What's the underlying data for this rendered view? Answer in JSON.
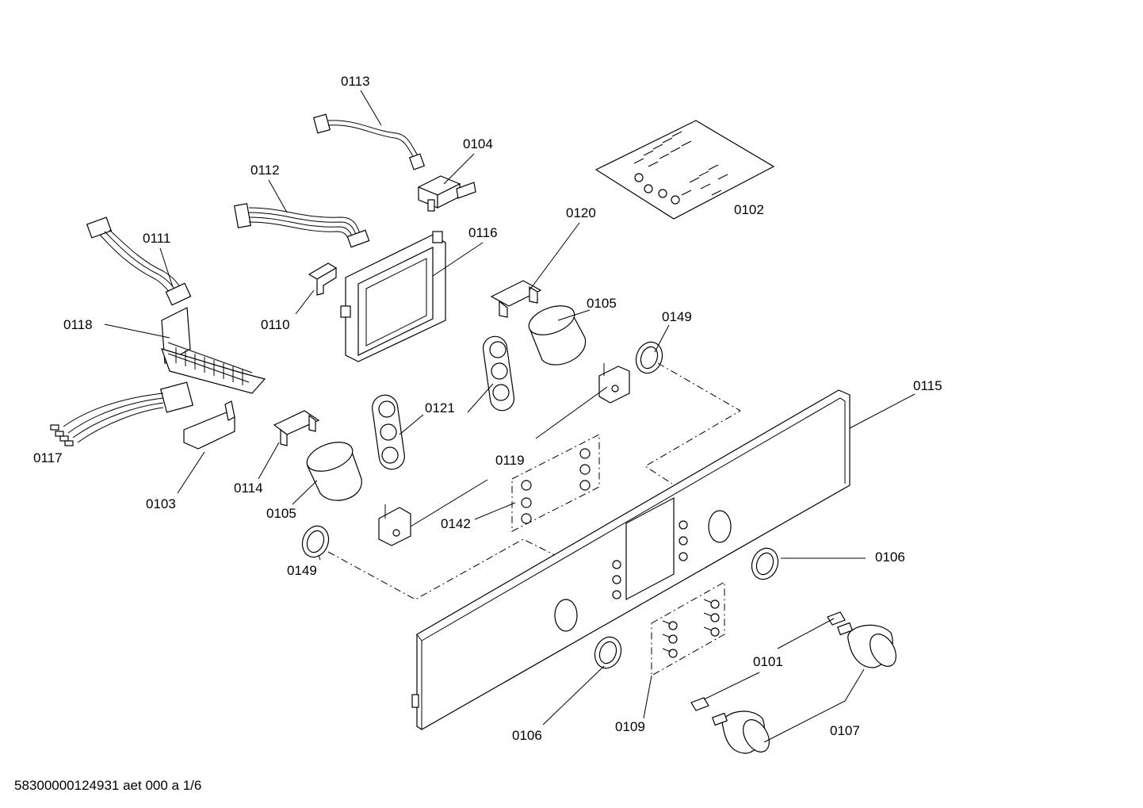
{
  "labels": {
    "p0113": "0113",
    "p0104": "0104",
    "p0112": "0112",
    "p0111": "0111",
    "p0116": "0116",
    "p0120": "0120",
    "p0102": "0102",
    "p0118": "0118",
    "p0110": "0110",
    "p0105a": "0105",
    "p0149a": "0149",
    "p0121": "0121",
    "p0115": "0115",
    "p0117": "0117",
    "p0119": "0119",
    "p0114": "0114",
    "p0103": "0103",
    "p0105b": "0105",
    "p0142": "0142",
    "p0149b": "0149",
    "p0106a": "0106",
    "p0101": "0101",
    "p0106b": "0106",
    "p0109": "0109",
    "p0107": "0107"
  },
  "footer": "58300000124931 aet 000 a 1/6"
}
